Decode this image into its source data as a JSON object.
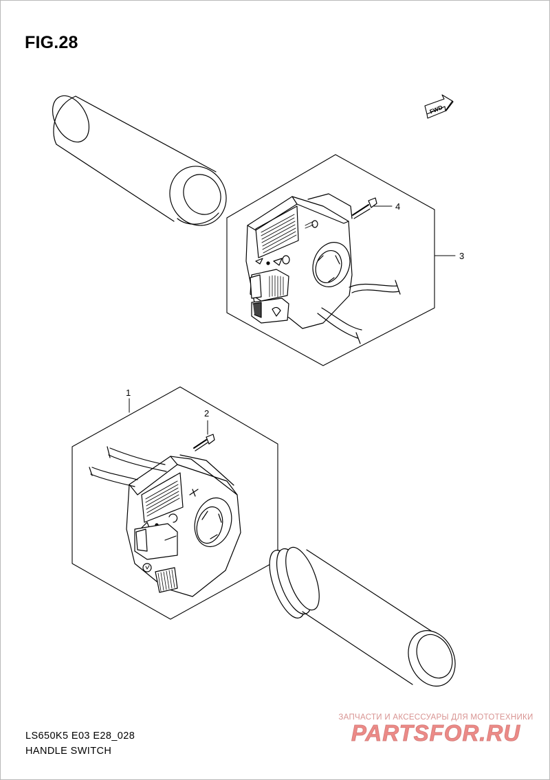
{
  "figure": {
    "title": "FIG.28"
  },
  "direction_badge": {
    "label": "FWD"
  },
  "callouts": [
    {
      "id": "callout-1",
      "number": "1"
    },
    {
      "id": "callout-2",
      "number": "2"
    },
    {
      "id": "callout-3",
      "number": "3"
    },
    {
      "id": "callout-4",
      "number": "4"
    }
  ],
  "footer": {
    "model_code": "LS650K5 E03 E28_028",
    "section_name": "HANDLE SWITCH"
  },
  "watermark": {
    "subtitle": "ЗАПЧАСТИ И АКСЕССУАРЫ ДЛЯ МОТОТЕХНИКИ",
    "logo": "PARTSFOR.RU"
  },
  "colors": {
    "line": "#000000",
    "shade": "#555555",
    "watermark": "#e2443e"
  }
}
